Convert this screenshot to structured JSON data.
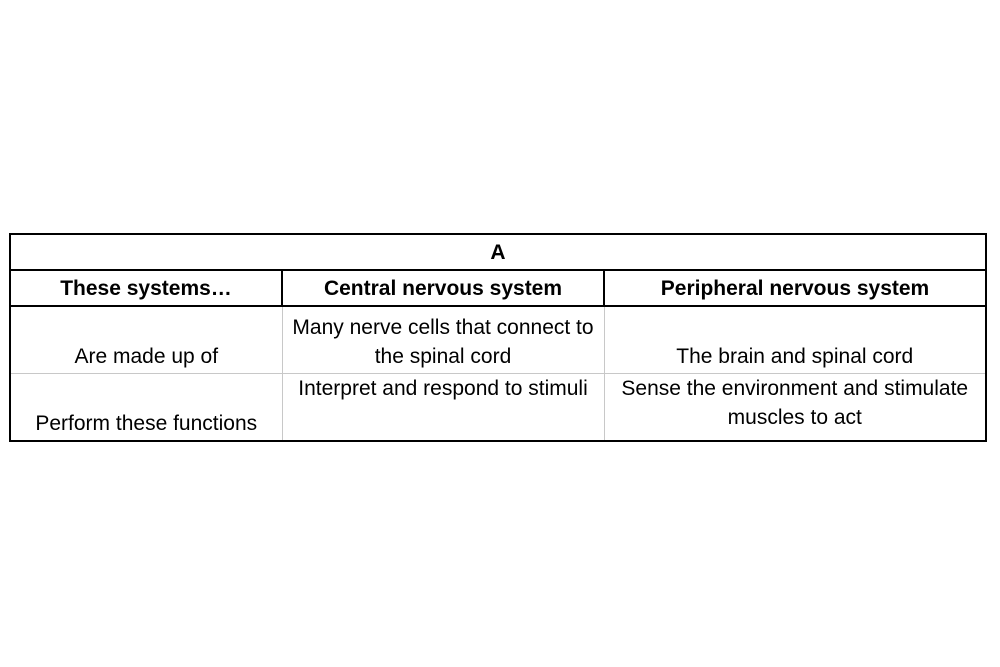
{
  "table": {
    "title": "A",
    "headers": [
      "These systems…",
      "Central nervous system",
      "Peripheral nervous system"
    ],
    "rows": [
      [
        "Are made up of",
        "Many nerve cells that connect to the spinal cord",
        "The brain and spinal cord"
      ],
      [
        "Perform these functions",
        "Interpret and respond to stimuli",
        "Sense the environment and stimulate muscles to act"
      ]
    ]
  }
}
